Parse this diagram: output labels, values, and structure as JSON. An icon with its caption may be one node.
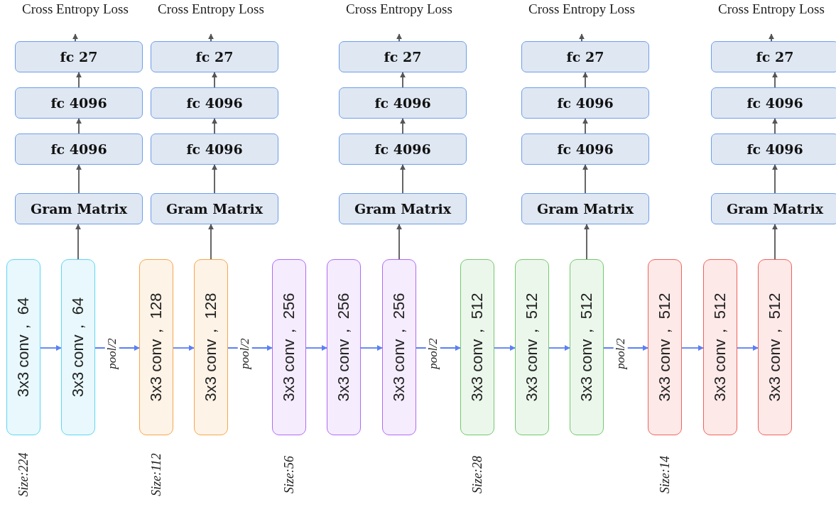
{
  "diagram": {
    "nodes": [
      {
        "text": [
          "3x3 conv， 64"
        ]
      },
      {
        "text": [
          "3x3 conv， 64"
        ]
      },
      {
        "text": [
          "3x3 conv， 128"
        ]
      },
      {
        "text": [
          "3x3 conv， 128"
        ]
      },
      {
        "text": [
          "3x3 conv， 256"
        ]
      },
      {
        "text": [
          "3x3 conv， 256"
        ]
      },
      {
        "text": [
          "3x3 conv， 256"
        ]
      },
      {
        "text": [
          "3x3 conv， 512"
        ]
      },
      {
        "text": [
          "3x3 conv， 512"
        ]
      },
      {
        "text": [
          "3x3 conv， 512"
        ]
      },
      {
        "text": [
          "3x3 conv， 512"
        ]
      },
      {
        "text": [
          "3x3 conv， 512"
        ]
      },
      {
        "text": [
          "3x3 conv， 512"
        ]
      },
      {
        "text": [
          "Gram Matrix"
        ]
      },
      {
        "text": [
          "fc 4096"
        ]
      },
      {
        "text": [
          "fc 4096"
        ]
      },
      {
        "text": [
          "fc 27"
        ]
      },
      {
        "text": [
          "Cross Entropy Loss"
        ]
      },
      {
        "text": [
          "Gram Matrix"
        ]
      },
      {
        "text": [
          "fc 4096"
        ]
      },
      {
        "text": [
          "fc 4096"
        ]
      },
      {
        "text": [
          "fc 27"
        ]
      },
      {
        "text": [
          "Cross Entropy Loss"
        ]
      },
      {
        "text": [
          "Gram Matrix"
        ]
      },
      {
        "text": [
          "fc 4096"
        ]
      },
      {
        "text": [
          "fc 4096"
        ]
      },
      {
        "text": [
          "fc 27"
        ]
      },
      {
        "text": [
          "Cross Entropy Loss"
        ]
      },
      {
        "text": [
          "Gram Matrix"
        ]
      },
      {
        "text": [
          "fc 4096"
        ]
      },
      {
        "text": [
          "fc 4096"
        ]
      },
      {
        "text": [
          "fc 27"
        ]
      },
      {
        "text": [
          "Cross Entropy Loss"
        ]
      },
      {
        "text": [
          "Gram Matrix"
        ]
      },
      {
        "text": [
          "fc 4096"
        ]
      },
      {
        "text": [
          "fc 4096"
        ]
      },
      {
        "text": [
          "fc 27"
        ]
      },
      {
        "text": [
          "Cross Entropy Loss"
        ]
      }
    ],
    "edges": [
      {
        "from": 0,
        "to": 1,
        "arrow": "to",
        "color": "#5b7ff5"
      },
      {
        "from": 1,
        "to": 2,
        "arrow": "to",
        "label": "pool/2",
        "color": "#5b7ff5"
      },
      {
        "from": 2,
        "to": 3,
        "arrow": "to",
        "color": "#5b7ff5"
      },
      {
        "from": 3,
        "to": 4,
        "arrow": "to",
        "label": "pool/2",
        "color": "#5b7ff5"
      },
      {
        "from": 4,
        "to": 5,
        "arrow": "to",
        "color": "#5b7ff5"
      },
      {
        "from": 5,
        "to": 6,
        "arrow": "to",
        "color": "#5b7ff5"
      },
      {
        "from": 6,
        "to": 7,
        "arrow": "to",
        "label": "pool/2",
        "color": "#5b7ff5"
      },
      {
        "from": 7,
        "to": 8,
        "arrow": "to",
        "color": "#5b7ff5"
      },
      {
        "from": 8,
        "to": 9,
        "arrow": "to",
        "color": "#5b7ff5"
      },
      {
        "from": 9,
        "to": 10,
        "arrow": "to",
        "label": "pool/2",
        "color": "#5b7ff5"
      },
      {
        "from": 10,
        "to": 11,
        "arrow": "to",
        "color": "#5b7ff5"
      },
      {
        "from": 11,
        "to": 12,
        "arrow": "to",
        "color": "#5b7ff5"
      },
      {
        "from": 1,
        "to": 13,
        "arrow": "to"
      },
      {
        "from": 13,
        "to": 14,
        "arrow": "to"
      },
      {
        "from": 14,
        "to": 15,
        "arrow": "to"
      },
      {
        "from": 15,
        "to": 16,
        "arrow": "to"
      },
      {
        "from": 16,
        "to": 17,
        "arrow": "to"
      },
      {
        "from": 3,
        "to": 18,
        "arrow": "to"
      },
      {
        "from": 18,
        "to": 19,
        "arrow": "to"
      },
      {
        "from": 19,
        "to": 20,
        "arrow": "to"
      },
      {
        "from": 20,
        "to": 21,
        "arrow": "to"
      },
      {
        "from": 21,
        "to": 22,
        "arrow": "to"
      },
      {
        "from": 6,
        "to": 23,
        "arrow": "to"
      },
      {
        "from": 23,
        "to": 24,
        "arrow": "to"
      },
      {
        "from": 24,
        "to": 25,
        "arrow": "to"
      },
      {
        "from": 25,
        "to": 26,
        "arrow": "to"
      },
      {
        "from": 26,
        "to": 27,
        "arrow": "to"
      },
      {
        "from": 9,
        "to": 28,
        "arrow": "to"
      },
      {
        "from": 28,
        "to": 29,
        "arrow": "to"
      },
      {
        "from": 29,
        "to": 30,
        "arrow": "to"
      },
      {
        "from": 30,
        "to": 31,
        "arrow": "to"
      },
      {
        "from": 31,
        "to": 32,
        "arrow": "to"
      },
      {
        "from": 12,
        "to": 33,
        "arrow": "to"
      },
      {
        "from": 33,
        "to": 34,
        "arrow": "to"
      },
      {
        "from": 34,
        "to": 35,
        "arrow": "to"
      },
      {
        "from": 35,
        "to": 36,
        "arrow": "to"
      },
      {
        "from": 36,
        "to": 37,
        "arrow": "to"
      }
    ],
    "labels": [
      "Size:224",
      "Size:112",
      "Size:56",
      "Size:28",
      "Size:14"
    ]
  }
}
